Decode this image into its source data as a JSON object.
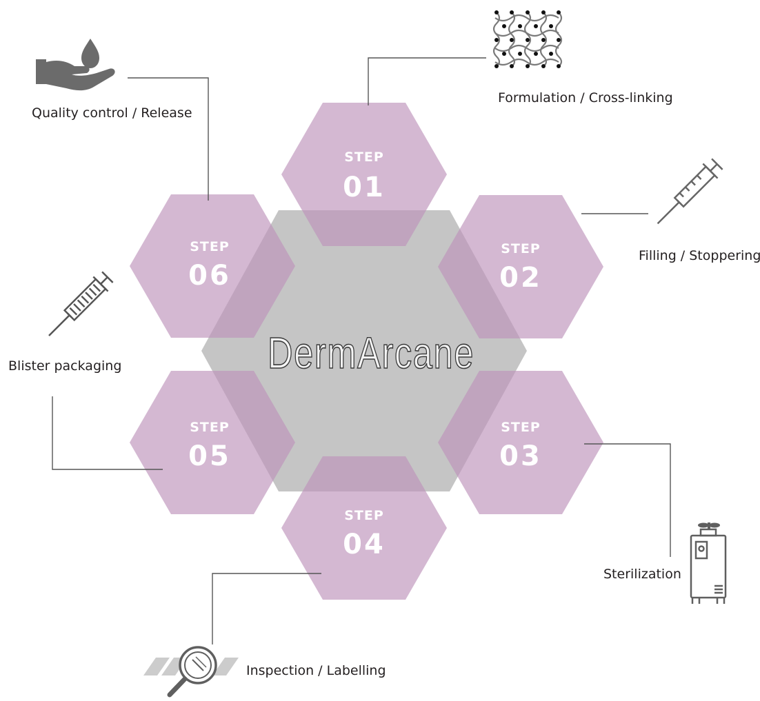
{
  "brand": "DermArcane",
  "steps": [
    {
      "word": "STEP",
      "num": "01"
    },
    {
      "word": "STEP",
      "num": "02"
    },
    {
      "word": "STEP",
      "num": "03"
    },
    {
      "word": "STEP",
      "num": "04"
    },
    {
      "word": "STEP",
      "num": "05"
    },
    {
      "word": "STEP",
      "num": "06"
    }
  ],
  "captions": {
    "formulation": "Formulation / Cross-linking",
    "filling": "Filling / Stoppering",
    "sterilization": "Sterilization",
    "inspection": "Inspection / Labelling",
    "blister": "Blister packaging",
    "quality": "Quality control / Release"
  },
  "colors": {
    "hex_step": "#bd92ba",
    "hex_center": "#a6a6a6",
    "icon": "#666666"
  }
}
